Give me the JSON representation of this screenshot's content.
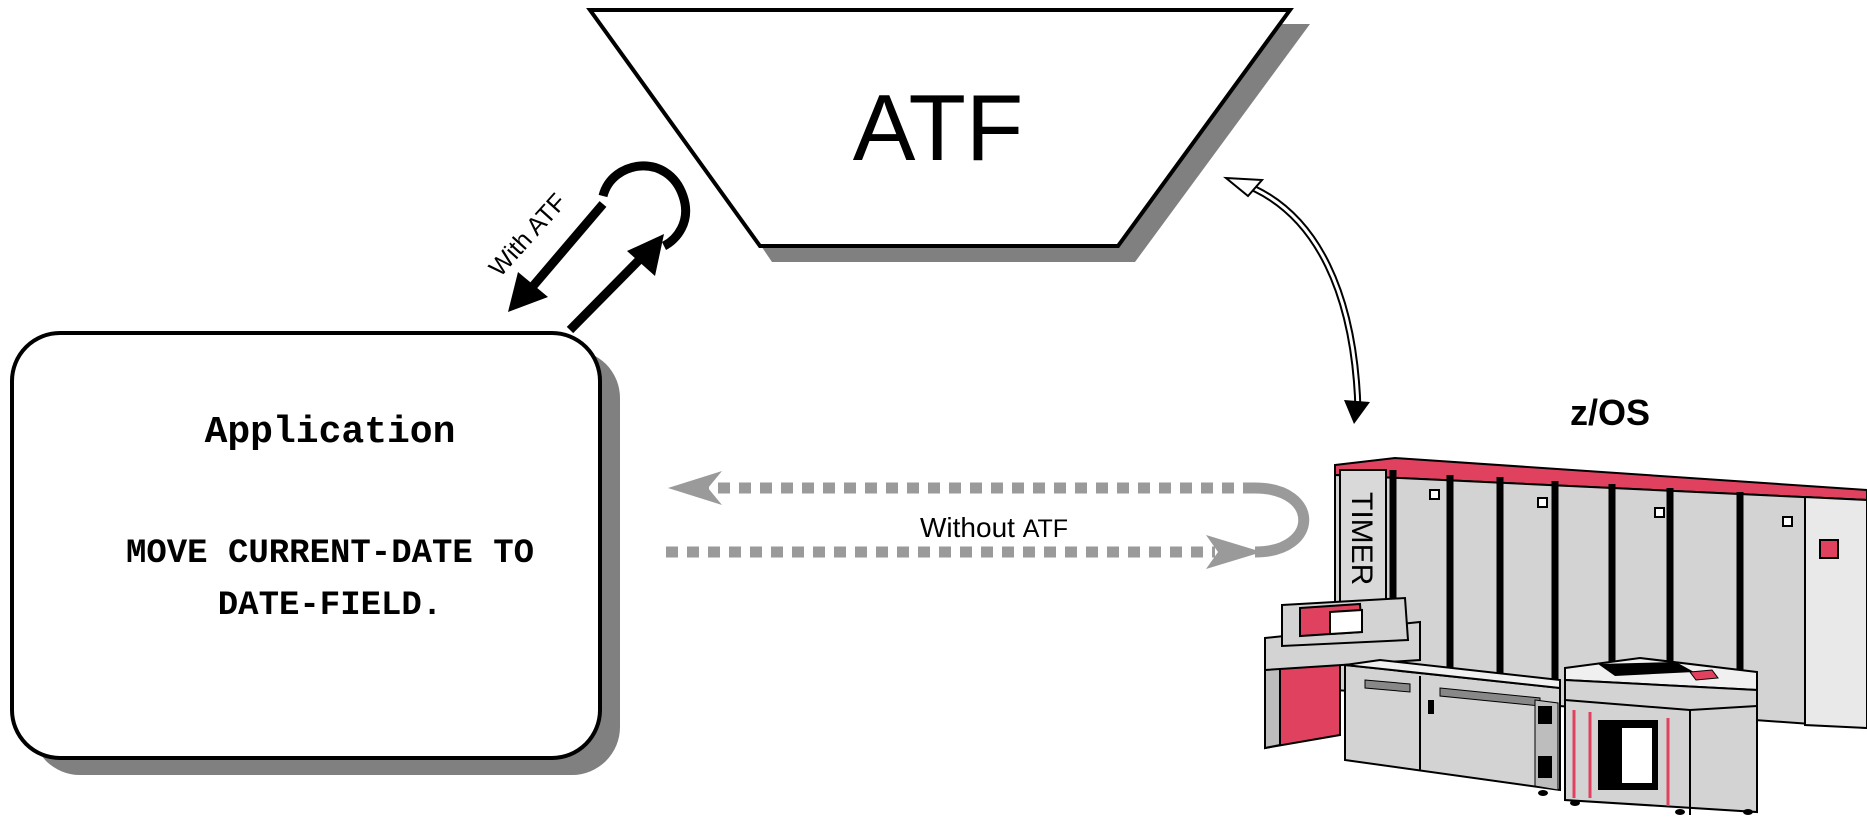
{
  "atf_box": {
    "label": "ATF"
  },
  "application_box": {
    "title": "Application",
    "code_line_1": "MOVE CURRENT-DATE TO",
    "code_line_2": "DATE-FIELD."
  },
  "with_atf_label": "With ATF",
  "without_atf_label_prefix": "Without ",
  "without_atf_label_suffix": "ATF",
  "mainframe": {
    "title": "z/OS",
    "timer_label": "TIMER"
  },
  "colors": {
    "accent": "#e0415e",
    "shadow": "#808080",
    "dotted_path": "#9a9a9a",
    "cabinet": "#d3d3d3"
  }
}
